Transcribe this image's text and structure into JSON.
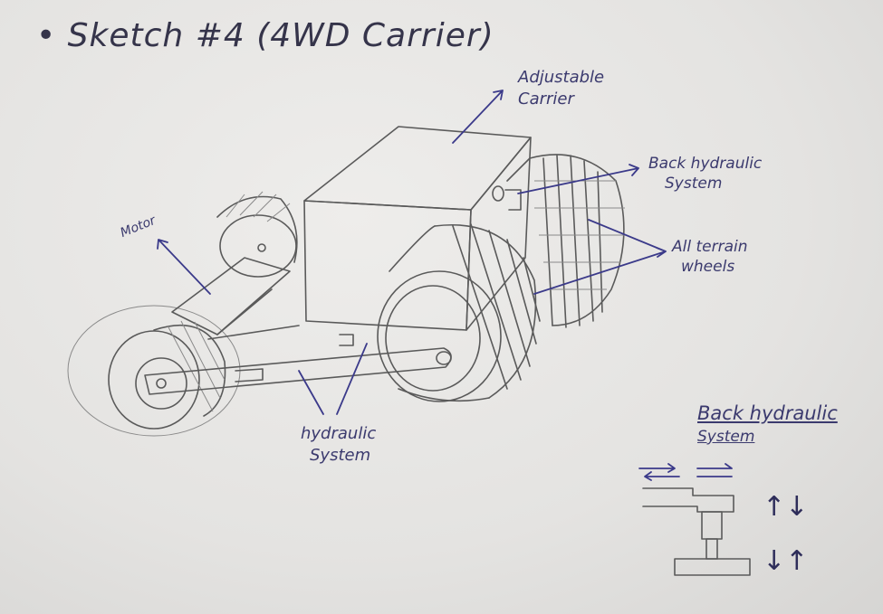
{
  "title": "• Sketch #4 (4WD Carrier)",
  "labels": {
    "carrier_line1": "Adjustable",
    "carrier_line2": "Carrier",
    "back_hyd_line1": "Back hydraulic",
    "back_hyd_line2": "System",
    "wheels_line1": "All terrain",
    "wheels_line2": "wheels",
    "motor": "Motor",
    "hyd_line1": "hydraulic",
    "hyd_line2": "System"
  },
  "detail": {
    "title_line1": "Back hydraulic",
    "title_line2": "System",
    "arrows_top": "⇄ ⇆",
    "arrows_up": "↑↓",
    "arrows_down": "↓↑"
  },
  "colors": {
    "paper": "#e6e5e3",
    "pencil": "#5a5a5a",
    "ink": "#3b3a8a"
  }
}
